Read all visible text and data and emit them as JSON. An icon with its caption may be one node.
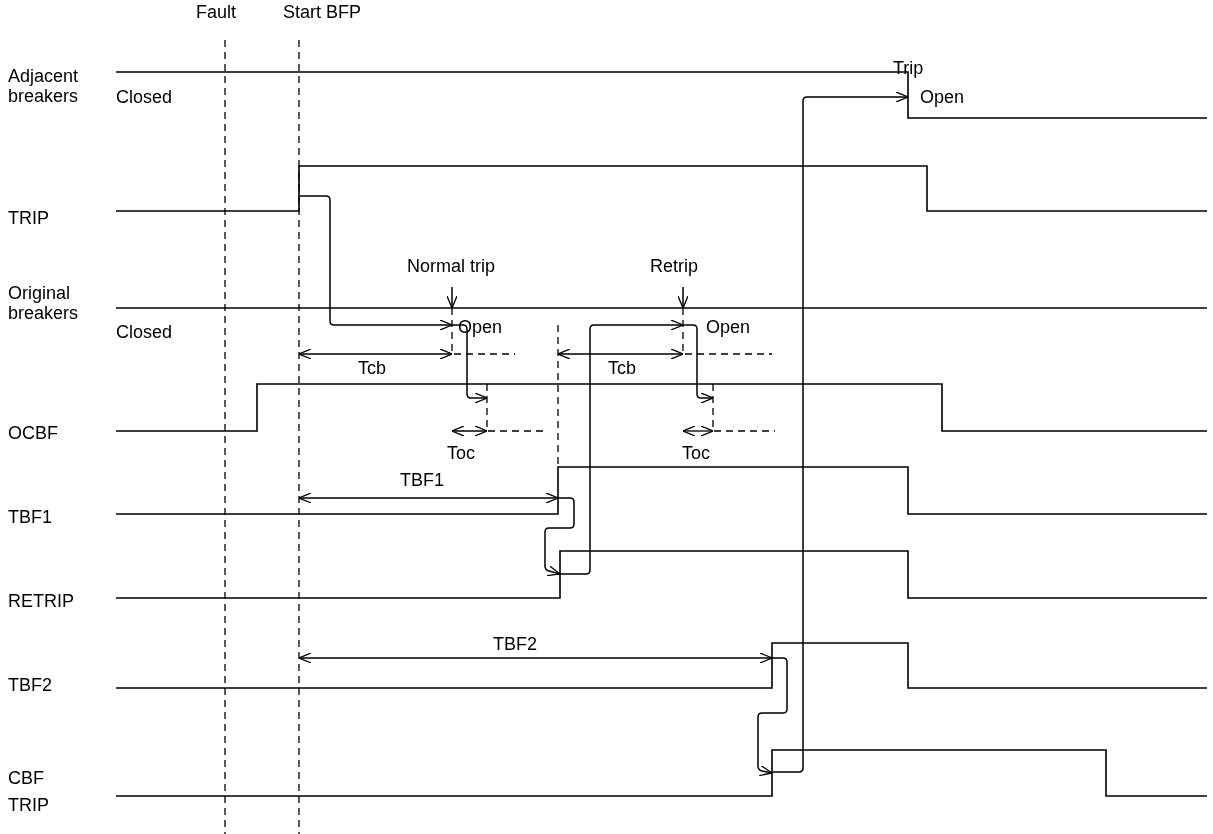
{
  "diagram": {
    "labels": [
      "Fault",
      "Start BFP",
      "Adjacent breakers",
      "Trip",
      "Closed",
      "Open",
      "TRIP",
      "Normal trip",
      "Retrip",
      "Original breakers",
      "Closed",
      "Open",
      "Open",
      "Tcb",
      "Tcb",
      "OCBF",
      "Toc",
      "Toc",
      "TBF1",
      "TBF1",
      "RETRIP",
      "TBF2",
      "TBF2",
      "CBF TRIP"
    ]
  }
}
